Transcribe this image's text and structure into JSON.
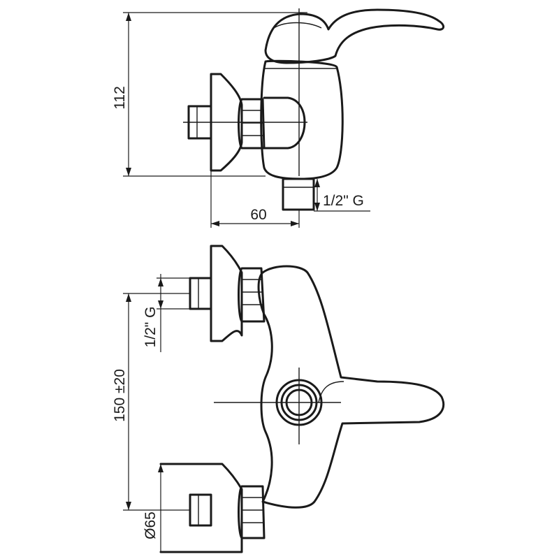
{
  "dimensions": {
    "height_top": "112",
    "depth_top": "60",
    "thread_top": "1/2\" G",
    "thread_side": "1/2\" G",
    "centers": "150 ±20",
    "flange_diameter": "Ø65"
  }
}
